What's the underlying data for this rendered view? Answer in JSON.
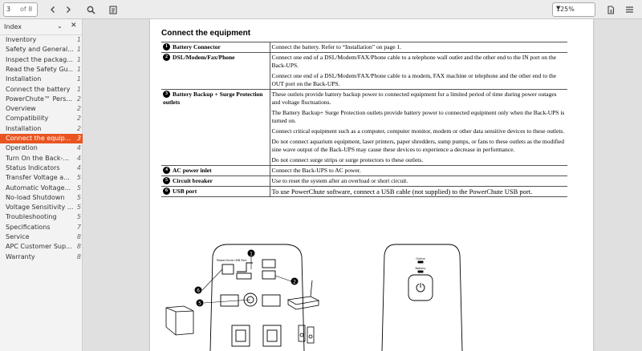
{
  "toolbar": {
    "page_current": "3",
    "page_total": "of 8",
    "zoom": "125%"
  },
  "sidebar": {
    "title": "Index",
    "items": [
      {
        "label": "Inventory",
        "page": "1"
      },
      {
        "label": "Safety and General...",
        "page": "1"
      },
      {
        "label": "Inspect the packag...",
        "page": "1"
      },
      {
        "label": "Read the Safety Gu...",
        "page": "1"
      },
      {
        "label": "Installation",
        "page": "1"
      },
      {
        "label": "Connect the battery",
        "page": "1"
      },
      {
        "label": "PowerChute™ Pers...",
        "page": "2"
      },
      {
        "label": "Overview",
        "page": "2"
      },
      {
        "label": "Compatibility",
        "page": "2"
      },
      {
        "label": "Installation",
        "page": "2"
      },
      {
        "label": "Connect the equip...",
        "page": "3"
      },
      {
        "label": "Operation",
        "page": "4"
      },
      {
        "label": "Turn On the Back-...",
        "page": "4"
      },
      {
        "label": "Status Indicators",
        "page": "4"
      },
      {
        "label": "Transfer Voltage a...",
        "page": "5"
      },
      {
        "label": "Automatic Voltage...",
        "page": "5"
      },
      {
        "label": "No-load Shutdown",
        "page": "5"
      },
      {
        "label": "Voltage Sensitivity ...",
        "page": "5"
      },
      {
        "label": "Troubleshooting",
        "page": "5"
      },
      {
        "label": "Specifications",
        "page": "7"
      },
      {
        "label": "Service",
        "page": "8"
      },
      {
        "label": "APC Customer Sup...",
        "page": "8"
      },
      {
        "label": "Warranty",
        "page": "8"
      }
    ]
  },
  "document": {
    "title": "Connect the equipment",
    "rows": [
      {
        "num": "1",
        "label": "Battery Connector",
        "paras": [
          "Connect the battery. Refer to “Installation” on page 1."
        ]
      },
      {
        "num": "2",
        "label": "DSL/Modem/Fax/Phone",
        "paras": [
          "Connect one end of a DSL/Modem/FAX/Phone cable to a telephone wall outlet and the other end to the IN port on the Back-UPS.",
          "Connect one end of a DSL/Modem/FAX/Phone cable to a modem, FAX machine or telephone and the other end to the OUT port on the Back-UPS."
        ]
      },
      {
        "num": "3",
        "label": "Battery Backup + Surge Protection outlets",
        "paras": [
          "These outlets provide battery backup power to connected equipment for a limited period of time during power outages and voltage fluctuations.",
          "The Battery Backup+ Surge Protection outlets provide battery power to connected equipment only when the Back-UPS is turned on.",
          "Connect critical equipment such as a computer, computer monitor, modem or other data sensitive devices to these outlets.",
          "Do not connect aquarium equipment, laser printers, paper shredders, sump pumps, or fans to these outlets as the modified sine wave output of the Back-UPS may cause these devices to experience a decrease in performance.",
          "Do not connect surge strips or surge protectors to these outlets."
        ]
      },
      {
        "num": "4",
        "label": "AC power inlet",
        "paras": [
          "Connect the Back-UPS to AC power."
        ]
      },
      {
        "num": "5",
        "label": "Circuit breaker",
        "paras": [
          "Use to reset the system after an overload or short circuit."
        ]
      },
      {
        "num": "6",
        "label": "USB port",
        "paras": [
          "To use PowerChute software, connect a USB cable (not supplied) to the PowerChute USB port."
        ]
      }
    ],
    "diagram_labels": {
      "usb_label": "PowerChute USB Port",
      "online_label": "Online",
      "battery_label": "Battery"
    }
  }
}
